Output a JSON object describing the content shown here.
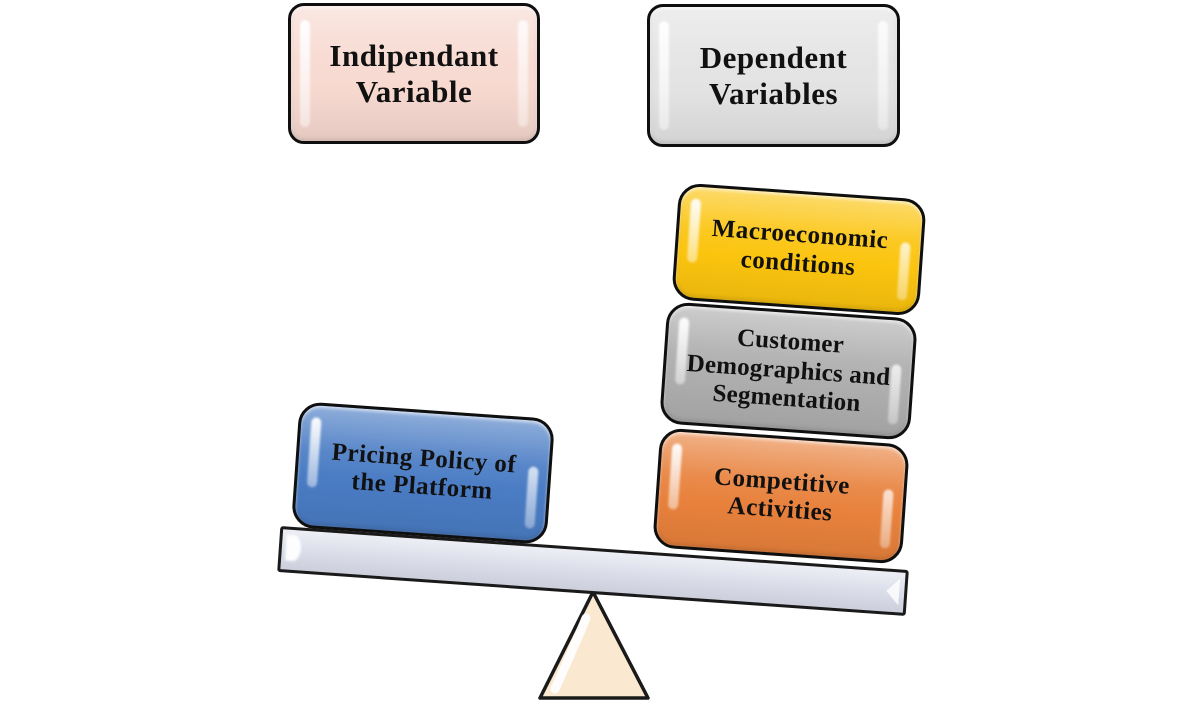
{
  "legend": {
    "independent": {
      "label": "Indipendant\nVariable",
      "color": "#f7d9d0"
    },
    "dependent": {
      "label": "Dependent\nVariables",
      "color": "#e3e3e3"
    }
  },
  "seesaw": {
    "tilt_degrees": 4,
    "tilt_direction": "right-side-down",
    "beam": {
      "color": "#d9dce9",
      "border_color": "#1a1a1a"
    },
    "fulcrum": {
      "color": "#fbe8d0",
      "border_color": "#1a1a1a"
    },
    "left_side": {
      "boxes": [
        {
          "id": "pricing-policy",
          "label": "Pricing Policy of\nthe Platform",
          "color": "#4a7cc4",
          "text_color": "#111111"
        }
      ]
    },
    "right_side": {
      "boxes": [
        {
          "id": "macroeconomic-conditions",
          "label": "Macroeconomic\nconditions",
          "color": "#fbc40e",
          "text_color": "#111111"
        },
        {
          "id": "customer-demographics-segmentation",
          "label": "Customer\nDemographics and\nSegmentation",
          "color": "#aeaeae",
          "text_color": "#111111"
        },
        {
          "id": "competitive-activities",
          "label": "Competitive\nActivities",
          "color": "#e8813c",
          "text_color": "#111111"
        }
      ]
    }
  }
}
